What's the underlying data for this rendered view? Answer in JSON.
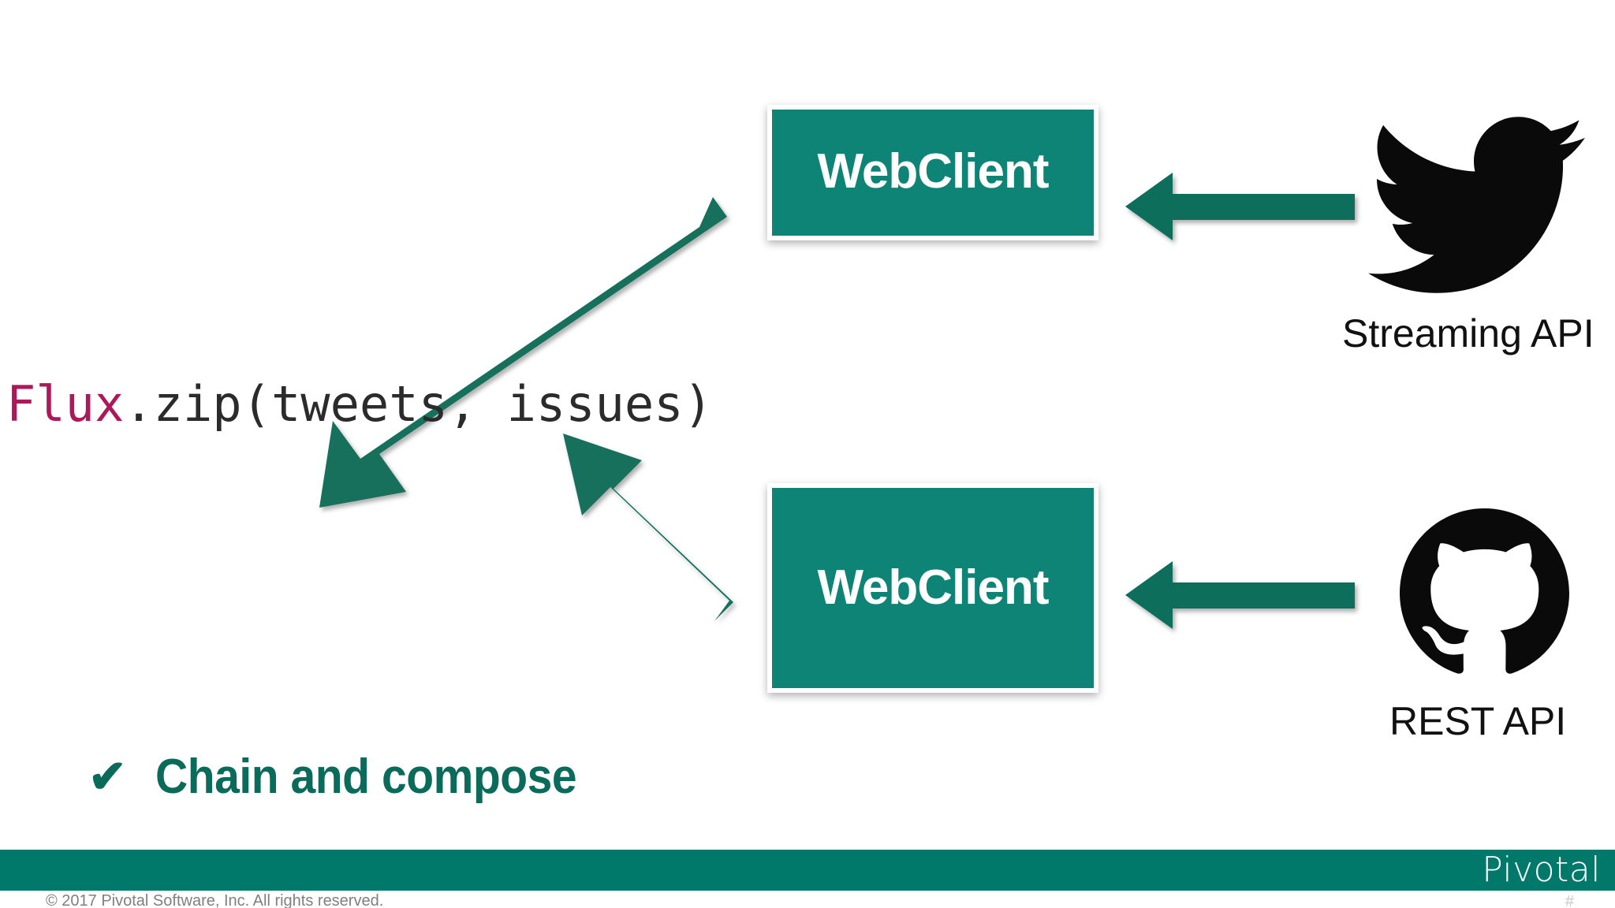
{
  "slide": {
    "background_color": "#ffffff",
    "accent_teal": "#0E8476",
    "arrow_teal": "#0E6E5B",
    "footer_teal": "#00796B",
    "code_keyword_color": "#AD185B",
    "bullet_color": "#0A6B5B"
  },
  "boxes": [
    {
      "label": "WebClient",
      "name": "webclient-top"
    },
    {
      "label": "WebClient",
      "name": "webclient-bottom"
    }
  ],
  "code": {
    "keyword": "Flux",
    "rest": ".zip(tweets, issues)",
    "full": "Flux.zip(tweets, issues)"
  },
  "bullet": {
    "check": "✔",
    "text": "Chain and compose"
  },
  "sources": [
    {
      "icon": "twitter-bird-icon",
      "label": "Streaming API"
    },
    {
      "icon": "github-octocat-icon",
      "label": "REST API"
    }
  ],
  "labels": {
    "streaming_api": "Streaming API",
    "rest_api": "REST API"
  },
  "arrows": [
    {
      "name": "arrow-twitter-to-webclient",
      "direction": "left",
      "from": "Streaming API",
      "to": "WebClient"
    },
    {
      "name": "arrow-github-to-webclient",
      "direction": "left",
      "from": "REST API",
      "to": "WebClient"
    },
    {
      "name": "arrow-webclient-top-to-code",
      "direction": "down-left",
      "from": "WebClient",
      "to": "Flux.zip(tweets, issues)"
    },
    {
      "name": "arrow-webclient-bottom-to-code",
      "direction": "up-left",
      "from": "WebClient",
      "to": "Flux.zip(tweets, issues)"
    }
  ],
  "footer": {
    "copyright": "© 2017 Pivotal Software, Inc.  All rights reserved.",
    "brand": "Pivotal",
    "slide_number": "#"
  }
}
